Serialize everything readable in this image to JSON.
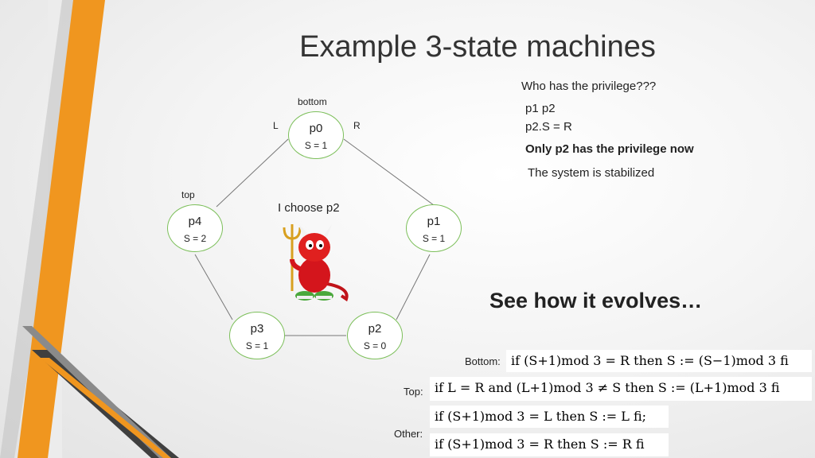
{
  "title": "Example 3-state machines",
  "nodes": {
    "p0": {
      "name": "p0",
      "state": "S = 1"
    },
    "p1": {
      "name": "p1",
      "state": "S = 1"
    },
    "p2": {
      "name": "p2",
      "state": "S = 0"
    },
    "p3": {
      "name": "p3",
      "state": "S = 1"
    },
    "p4": {
      "name": "p4",
      "state": "S = 2"
    }
  },
  "node_labels": {
    "bottom": "bottom",
    "top": "top",
    "left": "L",
    "right": "R"
  },
  "mascot_caption": "I choose p2",
  "info": {
    "question": "Who has the privilege???",
    "line1": "p1  p2",
    "line2": "p2.S = R",
    "line3": "Only p2 has the privilege now",
    "line4": "The system is stabilized"
  },
  "evolve_text": "See how it evolves…",
  "rules": {
    "bottom_label": "Bottom:",
    "bottom_rule": "if (S+1)mod 3 = R then S := (S−1)mod 3 fi",
    "top_label": "Top:",
    "top_rule": "if L = R and (L+1)mod 3 ≠ S then S := (L+1)mod 3 fi",
    "other_label": "Other:",
    "other_rule_1": "if (S+1)mod 3 = L then S := L fi;",
    "other_rule_2": "if (S+1)mod 3 = R then S := R fi"
  },
  "colors": {
    "node_border": "#7cbf5a",
    "stripe_orange": "#f0961f",
    "stripe_gray": "#4a4a4a"
  }
}
